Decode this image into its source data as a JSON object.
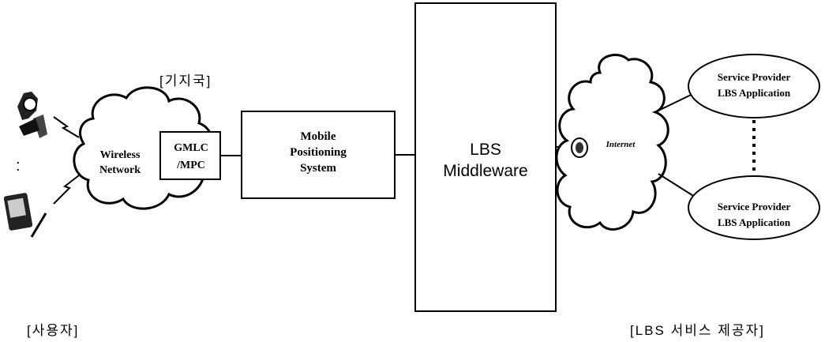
{
  "labels": {
    "base_station": "[기지국]",
    "user": "[사용자]",
    "provider": "[LBS 서비스 제공자]"
  },
  "wireless_network": {
    "line1": "Wireless",
    "line2": "Network"
  },
  "gmlc": {
    "line1": "GMLC",
    "line2": "/MPC"
  },
  "mps": {
    "line1": "Mobile",
    "line2": "Positioning",
    "line3": "System"
  },
  "middleware": {
    "line1": "LBS",
    "line2": "Middleware"
  },
  "internet": "Internet",
  "providers": [
    {
      "line1": "Service Provider",
      "line2": "LBS Application"
    },
    {
      "line1": "Service Provider",
      "line2": "LBS Application"
    }
  ],
  "ellipsis": ":"
}
